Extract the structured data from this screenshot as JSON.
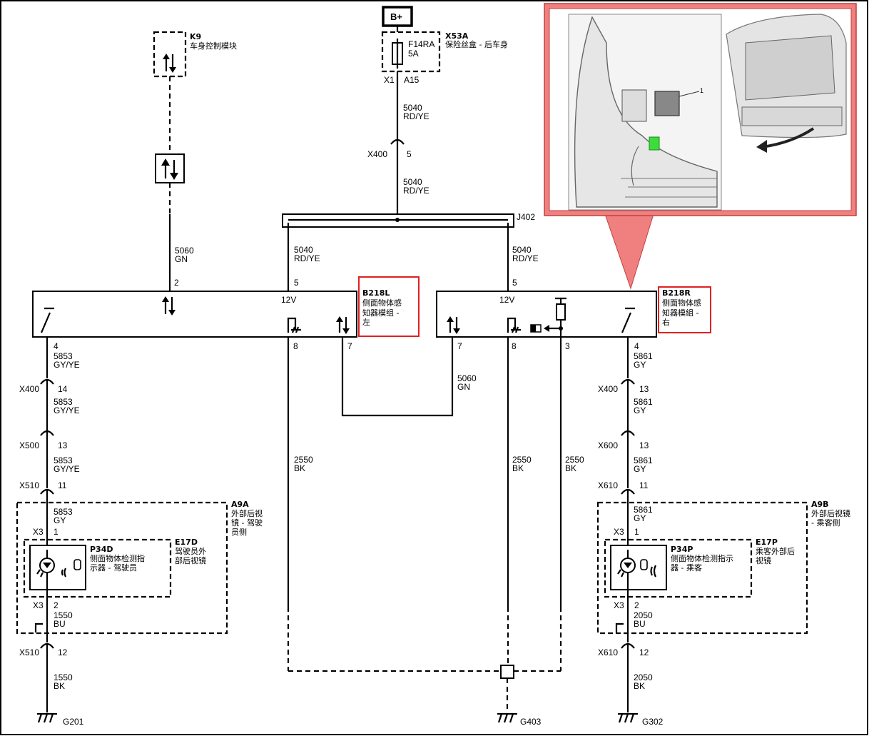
{
  "power": {
    "label": "B+"
  },
  "fuse": {
    "ref": "X53A",
    "name": "保险丝盒 - 后车身",
    "fuse_id": "F14RA",
    "rating": "5A",
    "pin_left": "X1",
    "pin_right": "A15"
  },
  "body_module": {
    "ref": "K9",
    "name": "车身控制模块"
  },
  "wires": {
    "w5040": {
      "num": "5040",
      "color": "RD/YE"
    },
    "w5060": {
      "num": "5060",
      "color": "GN"
    },
    "w5853a": {
      "num": "5853",
      "color": "GY/YE"
    },
    "w5853b": {
      "num": "5853",
      "color": "GY"
    },
    "w5861": {
      "num": "5861",
      "color": "GY"
    },
    "w2550": {
      "num": "2550",
      "color": "BK"
    },
    "w1550bu": {
      "num": "1550",
      "color": "BU"
    },
    "w1550bk": {
      "num": "1550",
      "color": "BK"
    },
    "w2050bu": {
      "num": "2050",
      "color": "BU"
    },
    "w2050bk": {
      "num": "2050",
      "color": "BK"
    }
  },
  "connectors": {
    "x400": "X400",
    "x500": "X500",
    "x510": "X510",
    "x600": "X600",
    "x610": "X610",
    "x3": "X3",
    "j402": "J402",
    "x400_top_pin": "5",
    "x400_left_pin": "14",
    "x500_pin": "13",
    "x510_pin": "11",
    "x510b_pin": "12",
    "x400_right_pin": "13",
    "x600_pin": "13",
    "x610_pin": "11",
    "x610b_pin": "12"
  },
  "module_left": {
    "ref": "B218L",
    "name_line1": "侧面物体感",
    "name_line2": "知器模组 -",
    "name_line3": "左",
    "voltage": "12V",
    "pin_2": "2",
    "pin_5": "5",
    "pin_4": "4",
    "pin_8": "8",
    "pin_7": "7"
  },
  "module_right": {
    "ref": "B218R",
    "name_line1": "侧面物体感",
    "name_line2": "知器模組 -",
    "name_line3": "右",
    "voltage": "12V",
    "pin_5": "5",
    "pin_7": "7",
    "pin_8": "8",
    "pin_3": "3",
    "pin_4": "4"
  },
  "mirror_left": {
    "ref": "A9A",
    "name_line1": "外部后视",
    "name_line2": "镜 - 驾驶",
    "name_line3": "员侧",
    "sub_ref": "E17D",
    "sub_line1": "驾驶员外",
    "sub_line2": "部后视镜",
    "ind_ref": "P34D",
    "ind_line1": "侧面物体检测指",
    "ind_line2": "示器 - 驾驶员",
    "pin_1": "1",
    "pin_2": "2"
  },
  "mirror_right": {
    "ref": "A9B",
    "name_line1": "外部后视镜",
    "name_line2": "- 乘客侧",
    "sub_ref": "E17P",
    "sub_line1": "乘客外部后",
    "sub_line2": "视镜",
    "ind_ref": "P34P",
    "ind_line1": "侧面物体检测指示",
    "ind_line2": "器 - 乘客",
    "pin_1": "1",
    "pin_2": "2"
  },
  "grounds": {
    "g201": "G201",
    "g403": "G403",
    "g302": "G302"
  },
  "callout": {
    "part_number": "1"
  }
}
